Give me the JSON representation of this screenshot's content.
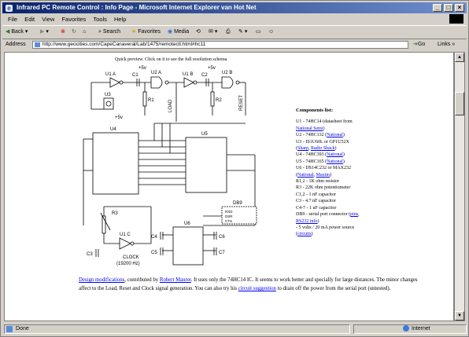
{
  "window": {
    "title": "Infrared PC Remote Control : Info Page - Microsoft Internet Explorer van Hot Net"
  },
  "menu": [
    "File",
    "Edit",
    "View",
    "Favorites",
    "Tools",
    "Help"
  ],
  "toolbar": {
    "back": "Back",
    "search": "Search",
    "favorites": "Favorites",
    "media": "Media"
  },
  "address": {
    "label": "Address",
    "url": "http://www.geocities.com/CapeCanaveral/Lab/1475/remotectl.html#hc11",
    "go": "Go",
    "links": "Links"
  },
  "page": {
    "caption": "Quick preview.  Click on it to see the full resolution schema",
    "parts_heading": "Components list:",
    "parts": [
      [
        {
          "t": "U1 - 74HC14 (datasheet from"
        }
      ],
      [
        {
          "t": "National Semi",
          "link": true
        },
        {
          "t": ")"
        }
      ],
      [
        {
          "t": "U2 - 74HC132 ("
        },
        {
          "t": "National",
          "link": true
        },
        {
          "t": ")"
        }
      ],
      [
        {
          "t": "U3 - IS1U60L or GP1U52X"
        }
      ],
      [
        {
          "t": "("
        },
        {
          "t": "Sharp",
          "link": true
        },
        {
          "t": ", "
        },
        {
          "t": "Radio Shack",
          "link": true
        },
        {
          "t": ")"
        }
      ],
      [
        {
          "t": "U4 - 74HC393 ("
        },
        {
          "t": "National",
          "link": true
        },
        {
          "t": ")"
        }
      ],
      [
        {
          "t": "U5 - 74HC165 ("
        },
        {
          "t": "National",
          "link": true
        },
        {
          "t": ")"
        }
      ],
      [
        {
          "t": "U6 - DS14C232 or MAX232"
        }
      ],
      [
        {
          "t": "("
        },
        {
          "t": "National",
          "link": true
        },
        {
          "t": ", "
        },
        {
          "t": "Maxim",
          "link": true
        },
        {
          "t": ")"
        }
      ],
      [
        {
          "t": "R1,2 - 1K ohm resistor"
        }
      ],
      [
        {
          "t": "R3 - 22K ohm potentiometer"
        }
      ],
      [
        {
          "t": "C1,2 - 1 nF capacitor"
        }
      ],
      [
        {
          "t": "C3 - 4.7 nF capacitor"
        }
      ],
      [
        {
          "t": "C4-7 - 1 uF capacitor"
        }
      ],
      [
        {
          "t": "DB9 - serial port connector ("
        },
        {
          "t": "pins",
          "link": true
        },
        {
          "t": ","
        }
      ],
      [
        {
          "t": "RS232 info",
          "link": true
        },
        {
          "t": ")"
        }
      ],
      [
        {
          "t": "- 5 volts / 20 mA power source"
        }
      ],
      [
        {
          "t": "("
        },
        {
          "t": "circuits",
          "link": true
        },
        {
          "t": ")"
        }
      ]
    ],
    "bottom": [
      {
        "t": "Design modifications",
        "link": true
      },
      {
        "t": ", contributed by "
      },
      {
        "t": "Robert Maurer",
        "link": true
      },
      {
        "t": ".  It uses only the 74HC14 IC.  It seems to work better and specially for large distances.  The minor changes affect to the Load, Reset and Clock signal generation.  You can also try his "
      },
      {
        "t": "circuit suggestion",
        "link": true
      },
      {
        "t": " to drain off the power from the serial port (untested)."
      }
    ],
    "schematic_labels": {
      "u1a": "U1 A",
      "u2a": "U2 A",
      "u1b": "U1 B",
      "u2b": "U2 B",
      "u3": "U3",
      "u4": "U4",
      "u5": "U5",
      "u6": "U6",
      "u1c": "U1 C",
      "r1": "R1",
      "r2": "R2",
      "r3": "R3",
      "c1": "C1",
      "c2": "C2",
      "c3": "C3",
      "c4": "C4",
      "c5": "C5",
      "c6": "C6",
      "c7": "C7",
      "vcc": "+5v",
      "load": "LOAD",
      "reset": "RESET",
      "clock": "CLOCK",
      "freq": "(19200 Hz)",
      "db9": "DB9",
      "rxd": "RXD",
      "dsr": "DSR",
      "cts": "CTS"
    }
  },
  "status": {
    "text": "Done",
    "zone": "Internet"
  }
}
